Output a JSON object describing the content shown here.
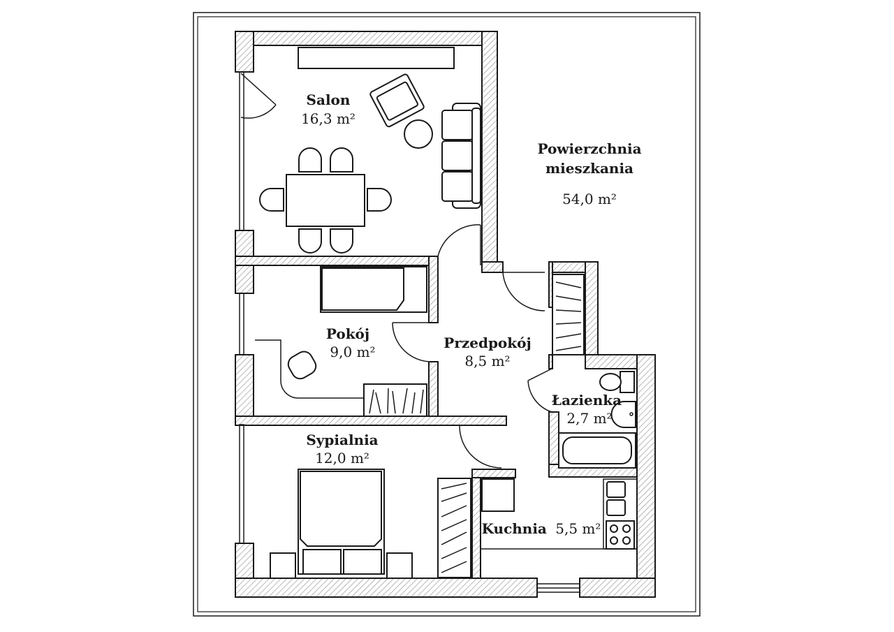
{
  "floor_plan": {
    "summary": {
      "title_line1": "Powierzchnia",
      "title_line2": "mieszkania",
      "area": "54,0 m²"
    },
    "rooms": {
      "salon": {
        "name": "Salon",
        "area": "16,3 m²"
      },
      "pokoj": {
        "name": "Pokój",
        "area": "9,0 m²"
      },
      "przedpokoj": {
        "name": "Przedpokój",
        "area": "8,5 m²"
      },
      "lazienka": {
        "name": "Łazienka",
        "area": "2,7 m²"
      },
      "sypialnia": {
        "name": "Sypialnia",
        "area": "12,0 m²"
      },
      "kuchnia": {
        "name": "Kuchnia",
        "area": "5,5 m²"
      }
    }
  }
}
